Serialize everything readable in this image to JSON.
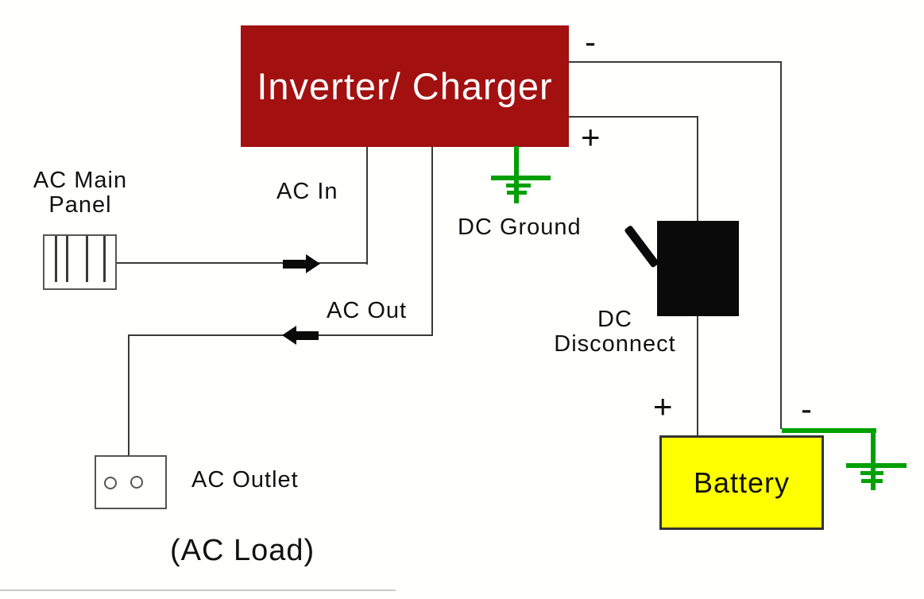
{
  "labels": {
    "inverter": "Inverter/ Charger",
    "ac_main_panel_line1": "AC Main",
    "ac_main_panel_line2": "Panel",
    "ac_in": "AC In",
    "ac_out": "AC Out",
    "dc_ground": "DC Ground",
    "dc_disconnect_line1": "DC",
    "dc_disconnect_line2": "Disconnect",
    "ac_outlet": "AC Outlet",
    "ac_load": "(AC Load)",
    "battery": "Battery"
  },
  "terminals": {
    "inverter_negative": "-",
    "inverter_positive": "+",
    "battery_positive": "+",
    "battery_negative": "-"
  },
  "symbols": {
    "dc_ground": "earth-ground-symbol",
    "battery_ground": "earth-ground-symbol",
    "ac_in_arrow": "arrow-right",
    "ac_out_arrow": "arrow-left",
    "disconnect_handle": "switch-lever",
    "ac_main_panel": "breaker-panel-symbol",
    "ac_outlet": "duplex-outlet-symbol"
  },
  "colors": {
    "inverter_fill": "#A21010",
    "inverter_text": "#FFFFFF",
    "battery_fill": "#FFFF00",
    "battery_border": "#333333",
    "disconnect_fill": "#0A0A0A",
    "ground_green": "#00A000",
    "wire": "#3A3A3A",
    "label_text": "#111111",
    "background": "#FFFFFD",
    "divider": "#C9C9C9"
  }
}
